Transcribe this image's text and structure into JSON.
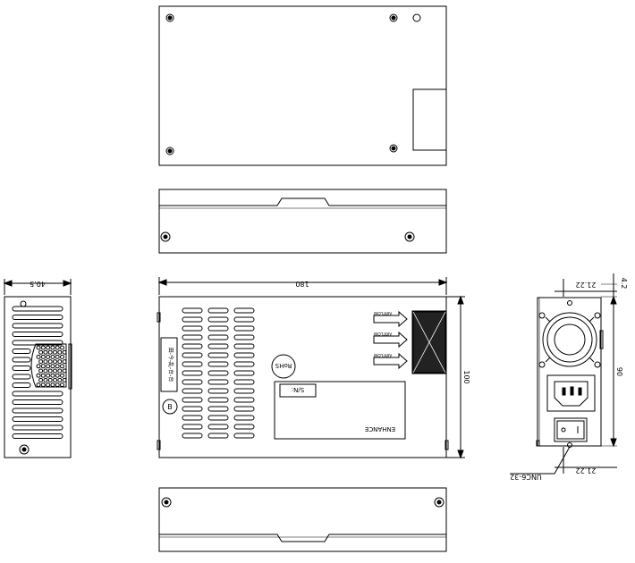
{
  "dimensions": {
    "width_180": "180",
    "height_100": "100",
    "depth_40_5": "40.5",
    "side_90": "90",
    "top_4_2": "4.2",
    "offset_top": "21.22",
    "offset_bottom": "21.22"
  },
  "labels": {
    "sn": "S/N:",
    "rohs": "RoHS",
    "brand": "ENHANCE",
    "screw_spec": "UNC6-32",
    "airflow": [
      "AIRFLOW",
      "AIRFLOW",
      "AIRFLOW"
    ],
    "b_mark": "B",
    "side_label": "田-今-乱-台-台"
  },
  "colors": {
    "line": "#000000",
    "background": "#ffffff",
    "fill_dark": "#222222"
  }
}
